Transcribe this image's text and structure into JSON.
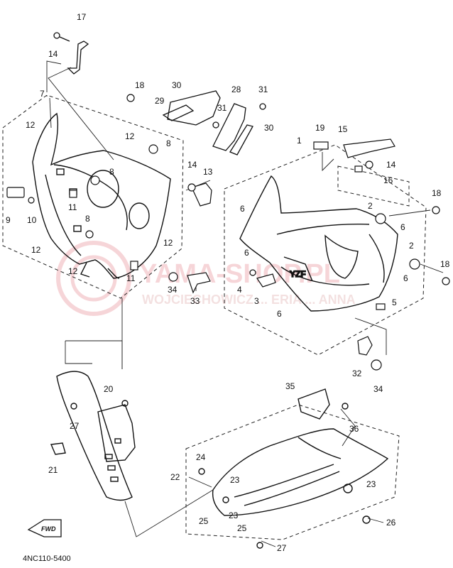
{
  "diagram": {
    "part_code": "4NC110-5400",
    "fwd_label": "FWD",
    "watermark": {
      "main": "YAMA-SHOP.PL",
      "sub": "WOJCIECHOWICZ  ...  ERIA  ...  ANNA"
    },
    "callouts": [
      {
        "id": "c17",
        "text": "17"
      },
      {
        "id": "c14a",
        "text": "14"
      },
      {
        "id": "c7",
        "text": "7"
      },
      {
        "id": "c12a",
        "text": "12"
      },
      {
        "id": "c12b",
        "text": "12"
      },
      {
        "id": "c9",
        "text": "9"
      },
      {
        "id": "c10",
        "text": "10"
      },
      {
        "id": "c11a",
        "text": "11"
      },
      {
        "id": "c8a",
        "text": "8"
      },
      {
        "id": "c8b",
        "text": "8"
      },
      {
        "id": "c8c",
        "text": "8"
      },
      {
        "id": "c12c",
        "text": "12"
      },
      {
        "id": "c12d",
        "text": "12"
      },
      {
        "id": "c12e",
        "text": "12"
      },
      {
        "id": "c11b",
        "text": "11"
      },
      {
        "id": "c18a",
        "text": "18"
      },
      {
        "id": "c30a",
        "text": "30"
      },
      {
        "id": "c29",
        "text": "29"
      },
      {
        "id": "c28",
        "text": "28"
      },
      {
        "id": "c31a",
        "text": "31"
      },
      {
        "id": "c31b",
        "text": "31"
      },
      {
        "id": "c30b",
        "text": "30"
      },
      {
        "id": "c14b",
        "text": "14"
      },
      {
        "id": "c13",
        "text": "13"
      },
      {
        "id": "c34a",
        "text": "34"
      },
      {
        "id": "c33",
        "text": "33"
      },
      {
        "id": "c19",
        "text": "19"
      },
      {
        "id": "c15",
        "text": "15"
      },
      {
        "id": "c1",
        "text": "1"
      },
      {
        "id": "c14c",
        "text": "14"
      },
      {
        "id": "c16",
        "text": "16"
      },
      {
        "id": "c18b",
        "text": "18"
      },
      {
        "id": "c6a",
        "text": "6"
      },
      {
        "id": "c2a",
        "text": "2"
      },
      {
        "id": "c6b",
        "text": "6"
      },
      {
        "id": "c6c",
        "text": "6"
      },
      {
        "id": "c2b",
        "text": "2"
      },
      {
        "id": "c6d",
        "text": "6"
      },
      {
        "id": "c18c",
        "text": "18"
      },
      {
        "id": "c4",
        "text": "4"
      },
      {
        "id": "c3",
        "text": "3"
      },
      {
        "id": "c6e",
        "text": "6"
      },
      {
        "id": "c5",
        "text": "5"
      },
      {
        "id": "c32",
        "text": "32"
      },
      {
        "id": "c34b",
        "text": "34"
      },
      {
        "id": "c20",
        "text": "20"
      },
      {
        "id": "c27a",
        "text": "27"
      },
      {
        "id": "c21",
        "text": "21"
      },
      {
        "id": "c35",
        "text": "35"
      },
      {
        "id": "c36",
        "text": "36"
      },
      {
        "id": "c24",
        "text": "24"
      },
      {
        "id": "c22",
        "text": "22"
      },
      {
        "id": "c23a",
        "text": "23"
      },
      {
        "id": "c23b",
        "text": "23"
      },
      {
        "id": "c23c",
        "text": "23"
      },
      {
        "id": "c25a",
        "text": "25"
      },
      {
        "id": "c25b",
        "text": "25"
      },
      {
        "id": "c26",
        "text": "26"
      },
      {
        "id": "c27b",
        "text": "27"
      }
    ]
  }
}
